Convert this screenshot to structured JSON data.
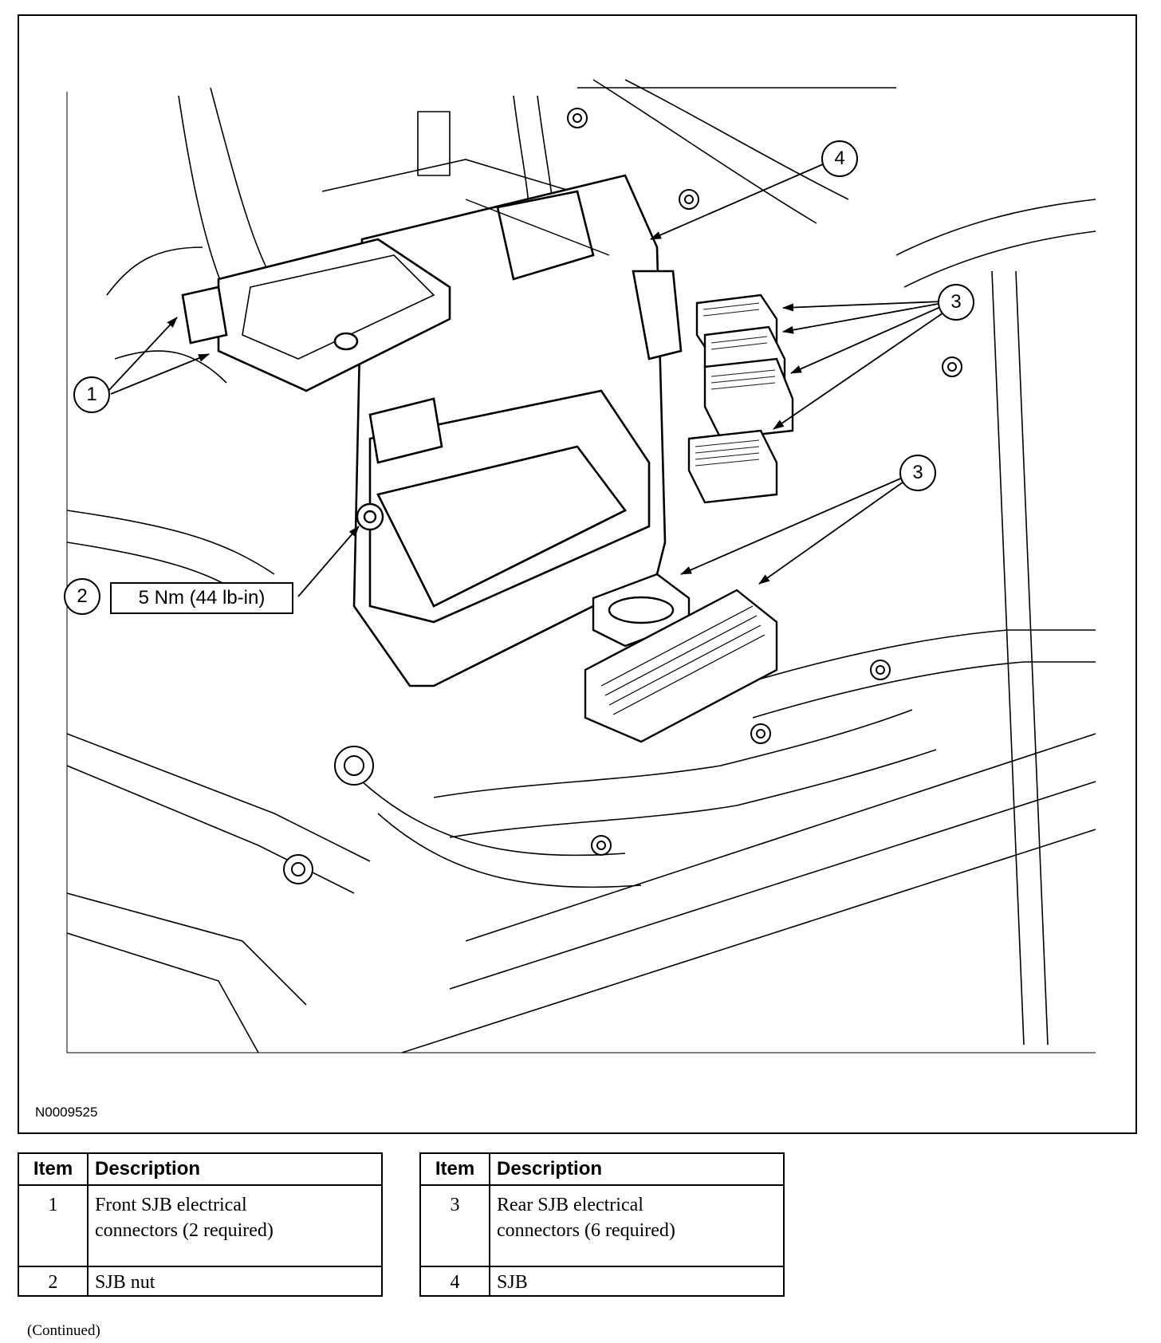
{
  "figure": {
    "id": "N0009525",
    "callouts": [
      "1",
      "2",
      "3",
      "3",
      "4"
    ],
    "torque_spec": "5 Nm (44 lb-in)"
  },
  "tables": [
    {
      "headers": {
        "item": "Item",
        "description": "Description"
      },
      "rows": [
        {
          "item": "1",
          "description": "Front SJB electrical connectors (2 required)"
        },
        {
          "item": "2",
          "description": "SJB nut"
        }
      ]
    },
    {
      "headers": {
        "item": "Item",
        "description": "Description"
      },
      "rows": [
        {
          "item": "3",
          "description": "Rear SJB electrical connectors (6 required)"
        },
        {
          "item": "4",
          "description": "SJB"
        }
      ]
    }
  ],
  "footer": {
    "continued": "(Continued)"
  }
}
